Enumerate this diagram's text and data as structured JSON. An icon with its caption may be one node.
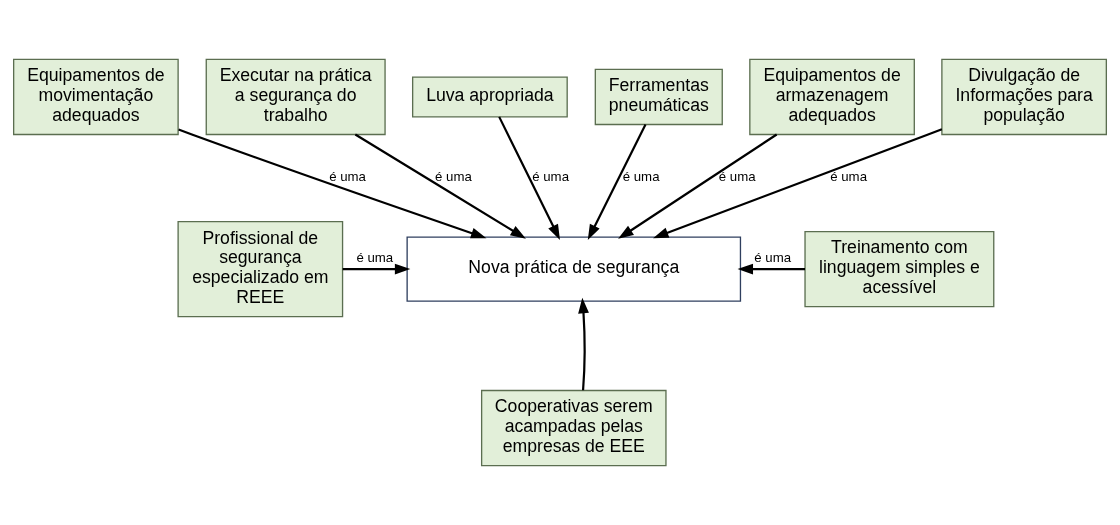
{
  "diagram": {
    "nodes": [
      {
        "text": [
          "Equipamentos de movimentação adequados"
        ]
      },
      {
        "text": [
          "Executar na prática a segurança do trabalho"
        ]
      },
      {
        "text": [
          "Luva apropriada"
        ]
      },
      {
        "text": [
          "Ferramentas pneumáticas"
        ]
      },
      {
        "text": [
          "Equipamentos de armazenagem adequados"
        ]
      },
      {
        "text": [
          "Divulgação de Informações para população"
        ]
      },
      {
        "text": [
          "Profissional de segurança especializado em REEE"
        ]
      },
      {
        "text": [
          "Nova prática de segurança"
        ]
      },
      {
        "text": [
          "Treinamento com linguagem simples e acessível"
        ]
      },
      {
        "text": [
          "Cooperativas serem acampadas pelas empresas de EEE"
        ]
      }
    ],
    "edges": [
      {
        "from": 0,
        "to": 7,
        "arrow": "to",
        "label": "é uma"
      },
      {
        "from": 1,
        "to": 7,
        "arrow": "to",
        "label": "é uma"
      },
      {
        "from": 2,
        "to": 7,
        "arrow": "to",
        "label": "é uma"
      },
      {
        "from": 3,
        "to": 7,
        "arrow": "to",
        "label": "é uma"
      },
      {
        "from": 4,
        "to": 7,
        "arrow": "to",
        "label": "é uma"
      },
      {
        "from": 5,
        "to": 7,
        "arrow": "to",
        "label": "é uma"
      },
      {
        "from": 6,
        "to": 7,
        "arrow": "to",
        "label": "é uma"
      },
      {
        "from": 8,
        "to": 7,
        "arrow": "to",
        "label": "é uma"
      },
      {
        "from": 9,
        "to": 7,
        "arrow": "to"
      }
    ]
  }
}
